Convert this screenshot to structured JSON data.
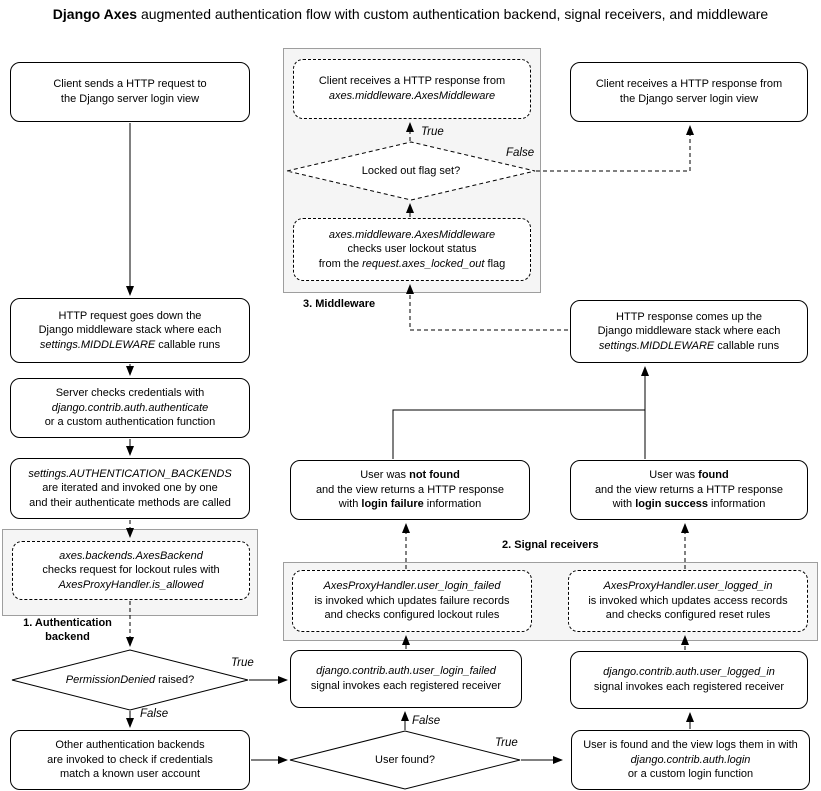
{
  "title": {
    "brand": "Django Axes",
    "rest": " augmented authentication flow with custom authentication backend, signal receivers, and middleware"
  },
  "section_labels": {
    "auth_backend": "1. Authentication backend",
    "signal_receivers": "2. Signal receivers",
    "middleware": "3. Middleware"
  },
  "edge_labels": {
    "d1_true": "True",
    "d1_false": "False",
    "d2_true": "True",
    "d2_false": "False",
    "d3_true": "True",
    "d3_false": "False"
  },
  "nodes": {
    "client_request": {
      "l1": "Client sends a HTTP request to",
      "l2": "the Django server login view"
    },
    "request_down_middleware": {
      "l1": "HTTP request goes down the",
      "l2": "Django middleware stack where each",
      "l3i": "settings.MIDDLEWARE",
      "l3": " callable runs"
    },
    "server_checks": {
      "l1": "Server checks credentials with",
      "l2i": "django.contrib.auth.authenticate",
      "l3": "or a custom authentication function"
    },
    "backends_iterated": {
      "l1i": "settings.AUTHENTICATION_BACKENDS",
      "l2": "are iterated and invoked one by one",
      "l3": "and their authenticate methods are called"
    },
    "axes_backend": {
      "l1i": "axes.backends.AxesBackend",
      "l2": "checks request for lockout rules with",
      "l3i": "AxesProxyHandler.is_allowed"
    },
    "permission_denied": {
      "qi": "PermissionDenied",
      "q": " raised?"
    },
    "other_backends": {
      "l1": "Other authentication backends",
      "l2": "are invoked to check if credentials",
      "l3": "match a known user account"
    },
    "client_response_axes": {
      "l1": "Client receives a HTTP response from",
      "l2i": "axes.middleware.AxesMiddleware"
    },
    "locked_out": {
      "q": "Locked out flag set?"
    },
    "axes_checks_lockout": {
      "l1i": "axes.middleware.AxesMiddleware",
      "l2": "checks user lockout status",
      "l3a": "from the ",
      "l3i": "request.axes_locked_out",
      "l3b": " flag"
    },
    "user_not_found": {
      "l1a": "User was ",
      "l1b": "not found",
      "l2": "and the view returns a HTTP response",
      "l3a": "with ",
      "l3b": "login failure",
      "l3c": " information"
    },
    "proxy_login_failed": {
      "l1i": "AxesProxyHandler.user_login_failed",
      "l2": "is invoked which updates failure records",
      "l3": "and checks configured lockout rules"
    },
    "signal_login_failed": {
      "l1i": "django.contrib.auth.user_login_failed",
      "l2": "signal invokes each registered receiver"
    },
    "user_found_q": {
      "q": "User found?"
    },
    "client_response_django": {
      "l1": "Client receives a HTTP response from",
      "l2": "the Django server login view"
    },
    "response_up_middleware": {
      "l1": "HTTP response comes up the",
      "l2": "Django middleware stack where each",
      "l3i": "settings.MIDDLEWARE",
      "l3": " callable runs"
    },
    "user_found": {
      "l1a": "User was ",
      "l1b": "found",
      "l2": "and the view returns a HTTP response",
      "l3a": "with ",
      "l3b": "login success",
      "l3c": " information"
    },
    "proxy_logged_in": {
      "l1i": "AxesProxyHandler.user_logged_in",
      "l2": "is invoked which updates access records",
      "l3": "and checks configured reset rules"
    },
    "signal_logged_in": {
      "l1i": "django.contrib.auth.user_logged_in",
      "l2": "signal invokes each registered receiver"
    },
    "user_logs_in": {
      "l1": "User is found and the view logs them in with",
      "l2i": "django.contrib.auth.login",
      "l3": "or a custom login function"
    }
  },
  "colors": {
    "line": "#000000",
    "box_border": "#000000",
    "container_bg": "#f5f5f5",
    "container_border": "#9e9e9e"
  }
}
